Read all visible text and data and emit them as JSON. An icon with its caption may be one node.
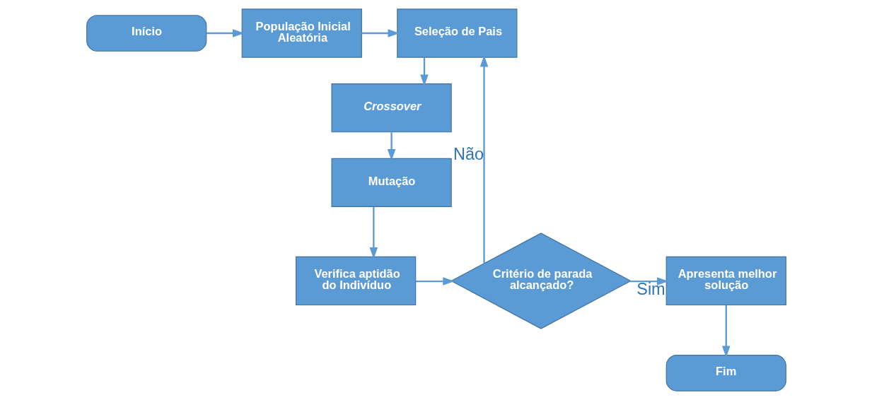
{
  "diagram": {
    "nodes": [
      {
        "text": [
          "Início"
        ]
      },
      {
        "text": [
          "População Inicial Aleatória"
        ]
      },
      {
        "text": [
          "Seleção de Pais"
        ]
      },
      {
        "text": [
          "Crossover"
        ]
      },
      {
        "text": [
          "Mutação"
        ]
      },
      {
        "text": [
          "Verifica aptidão do Indivíduo"
        ]
      },
      {
        "text": [
          "Critério de parada alcançado?"
        ]
      },
      {
        "text": [
          "Apresenta melhor solução"
        ]
      },
      {
        "text": [
          "Fim"
        ]
      }
    ],
    "edges": [
      {
        "from": 0,
        "to": 1,
        "arrow": "to"
      },
      {
        "from": 1,
        "to": 2,
        "arrow": "to"
      },
      {
        "from": 2,
        "to": 3,
        "arrow": "to"
      },
      {
        "from": 3,
        "to": 4,
        "arrow": "to"
      },
      {
        "from": 4,
        "to": 5,
        "arrow": "to"
      },
      {
        "from": 5,
        "to": 6,
        "arrow": "to"
      },
      {
        "from": 6,
        "to": 2,
        "arrow": "to",
        "label": "Não"
      },
      {
        "from": 6,
        "to": 7,
        "arrow": "to",
        "label": "Sim"
      },
      {
        "from": 7,
        "to": 8,
        "arrow": "to"
      }
    ]
  }
}
